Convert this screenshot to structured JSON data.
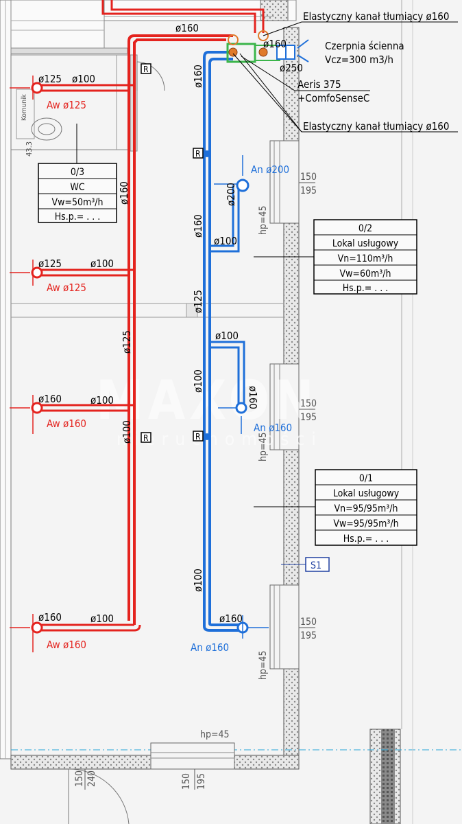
{
  "annotations": {
    "elastic_top": "Elastyczny kanał tłumiący ø160",
    "elastic_bottom": "Elastyczny kanał tłumiący ø160",
    "wall_intake": "Czerpnia ścienna",
    "vcz": "Vcz=300 m3/h",
    "unit_name": "Aeris 375",
    "unit_sensor": "+ComfoSenseC",
    "d250": "ø250",
    "d160_top_red": "ø160",
    "d160_top_green": "ø160",
    "r_label": "R",
    "section_marker": "S1",
    "hp_bottom": "hp=45"
  },
  "rooms": [
    {
      "id": "0/3",
      "name": "WC",
      "line1": "Vw=50m³/h",
      "line2": "Hs.p.= . . ."
    },
    {
      "id": "0/2",
      "name": "Lokal usługowy",
      "line1": "Vn=110m³/h",
      "line2": "Vw=60m³/h",
      "line3": "Hs.p.= . . ."
    },
    {
      "id": "0/1",
      "name": "Lokal usługowy",
      "line1": "Vn=95/95m³/h",
      "line2": "Vw=95/95m³/h",
      "line3": "Hs.p.= . . ."
    }
  ],
  "exhaust": {
    "aw125": "Aw ø125",
    "aw160": "Aw ø160",
    "d125": "ø125",
    "d160": "ø160",
    "d100": "ø100",
    "riser_d160": "ø160",
    "riser_d125": "ø125",
    "riser_d100": "ø100"
  },
  "supply": {
    "an200": "An ø200",
    "an160": "An ø160",
    "d200": "ø200",
    "d160": "ø160",
    "d100": "ø100",
    "d125": "ø125"
  },
  "windows": {
    "w150": "150",
    "w195": "195",
    "hp45": "hp=45"
  },
  "door": {
    "d150": "150",
    "d240": "240",
    "d150b": "150",
    "d195b": "195"
  },
  "small_labels": {
    "komunikacja": "Komunik",
    "room_num": "43.3"
  },
  "watermark": {
    "main": "MAXON",
    "sub": "nieruchomości"
  },
  "colors": {
    "exhaust": "#e4231e",
    "supply": "#1e6fd9",
    "unit": "#3bb54a",
    "duct_orange": "#e07a2a"
  }
}
